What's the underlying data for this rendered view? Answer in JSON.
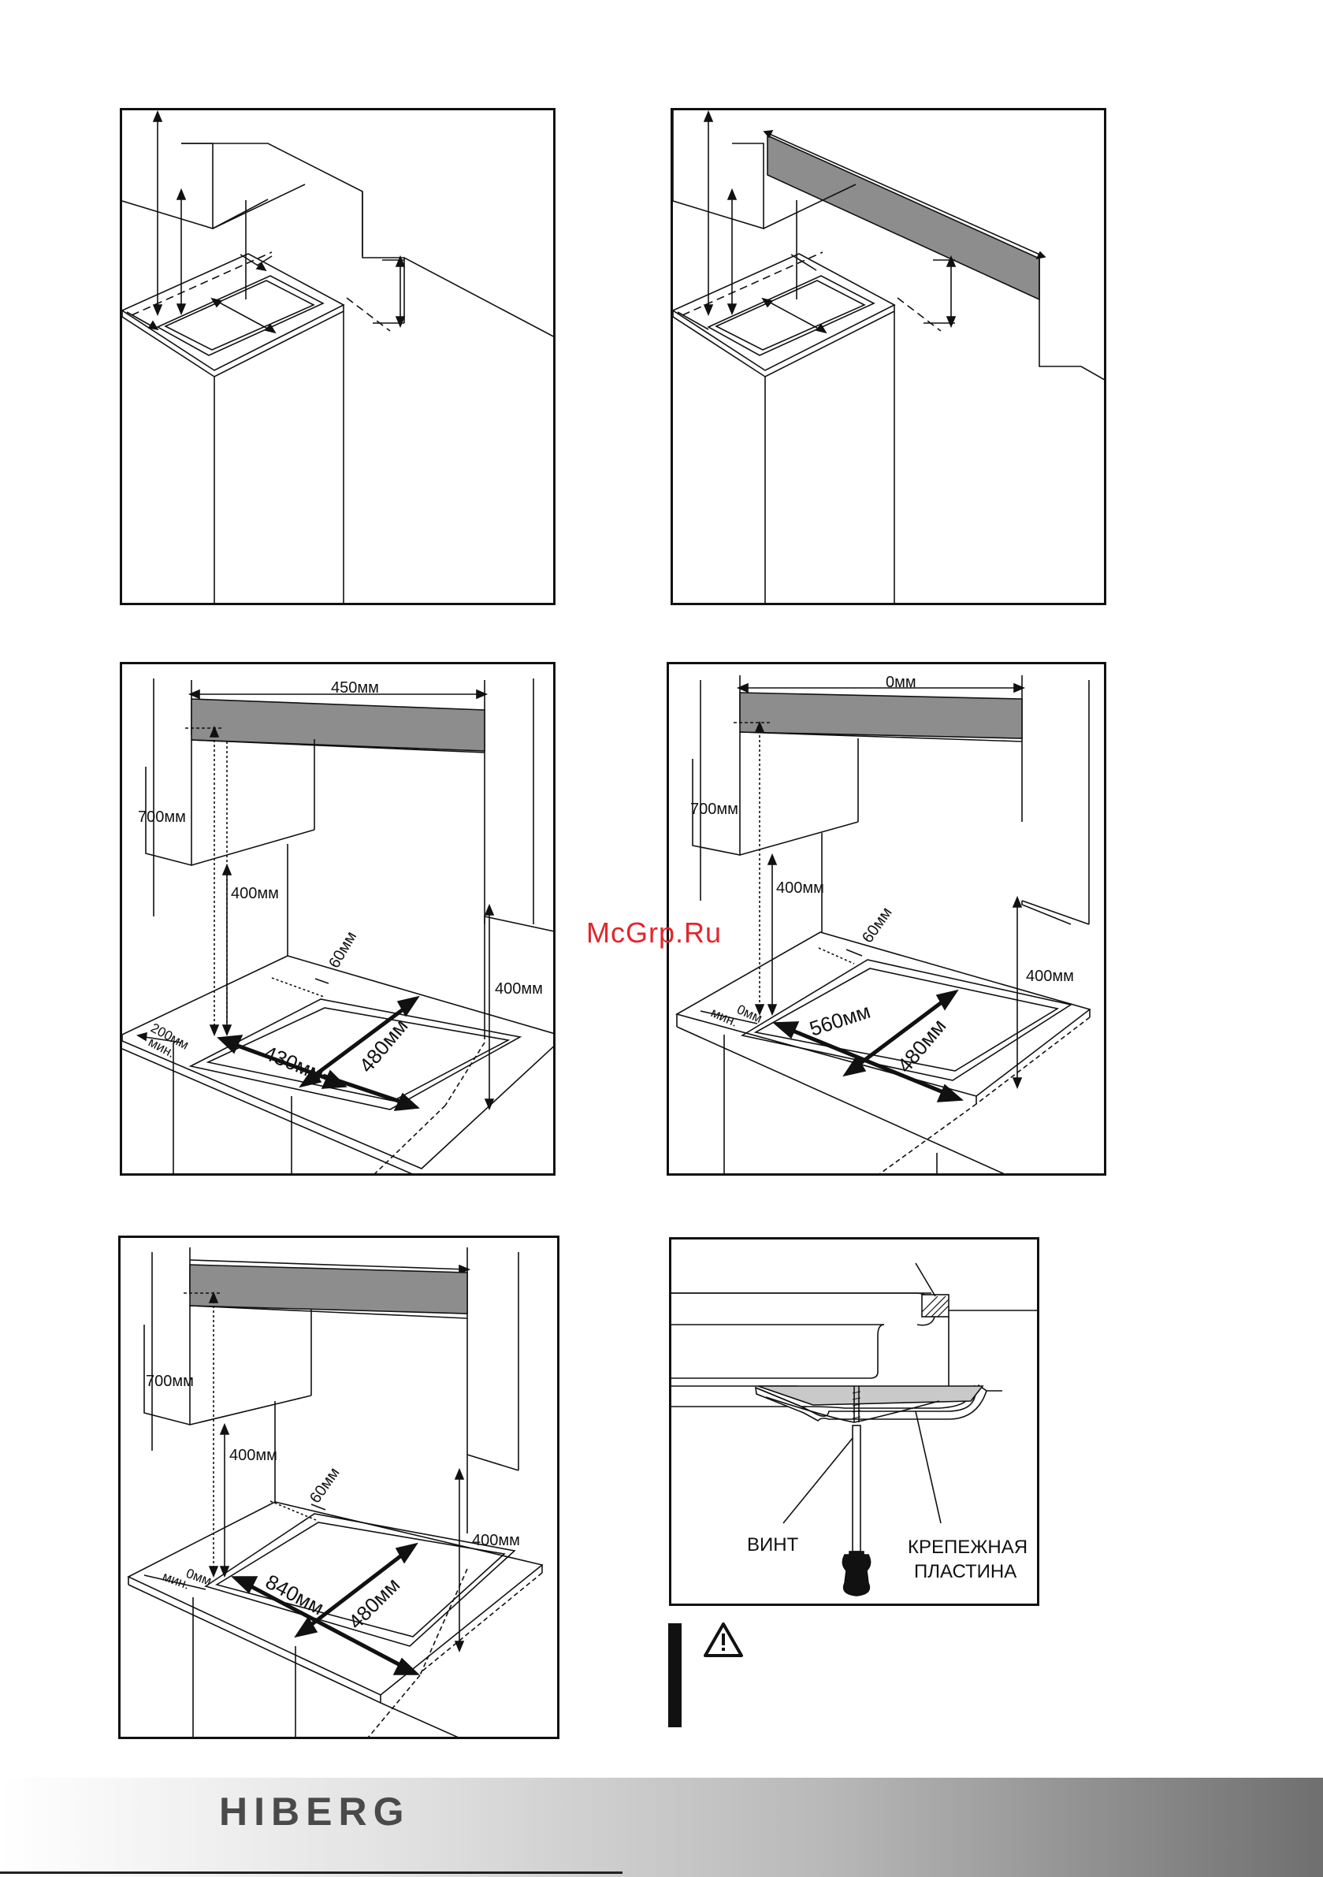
{
  "watermark": "McGrp.Ru",
  "panel3": {
    "width_top": "450мм",
    "height_cabinet": "700мм",
    "height_left": "400мм",
    "height_right": "400мм",
    "gap_back": "60мм",
    "gap_side": "200мм",
    "gap_side_note": "мин.",
    "cutout_w": "430мм",
    "cutout_d": "480мм"
  },
  "panel4": {
    "width_top": "0мм",
    "height_cabinet": "700мм",
    "height_left": "400мм",
    "height_right": "400мм",
    "gap_back": "60мм",
    "gap_side": "0мм",
    "gap_side_note": "мин.",
    "cutout_w": "560мм",
    "cutout_d": "480мм"
  },
  "panel5": {
    "height_cabinet": "700мм",
    "height_left": "400мм",
    "height_right": "400мм",
    "gap_back": "60мм",
    "gap_side": "0мм",
    "gap_side_note": "мин.",
    "cutout_w": "840мм",
    "cutout_d": "480мм"
  },
  "panel6": {
    "screw_label": "ВИНТ",
    "plate_label_1": "КРЕПЕЖНАЯ",
    "plate_label_2": "ПЛАСТИНА"
  },
  "warning": {
    "icon": "warning-triangle-icon"
  },
  "footer": {
    "brand": "HIBERG"
  }
}
